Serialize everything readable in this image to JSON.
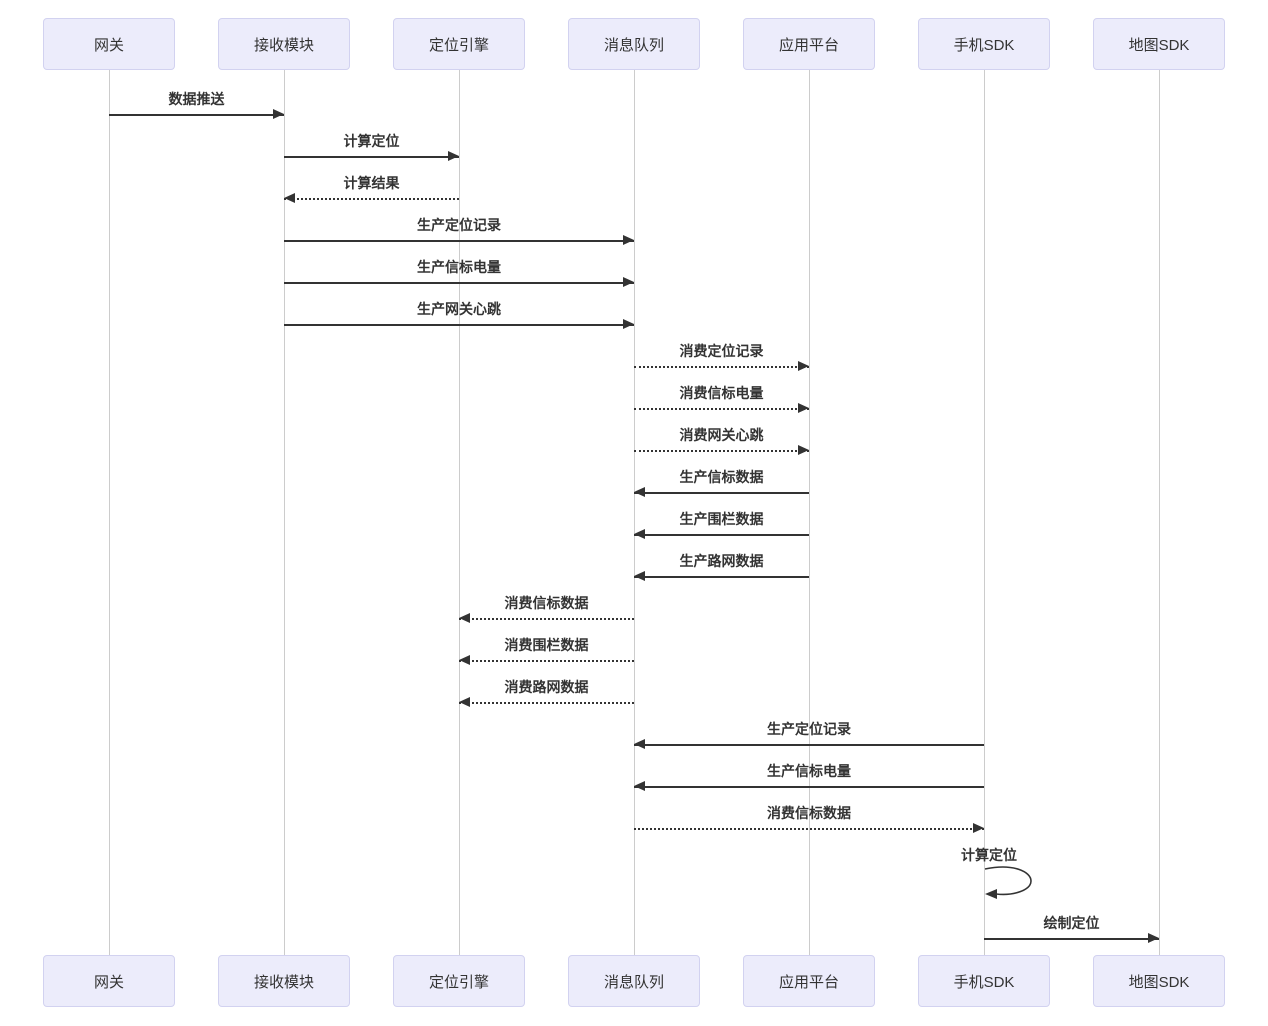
{
  "diagram": {
    "type": "sequence-diagram",
    "actors": [
      "网关",
      "接收模块",
      "定位引擎",
      "消息队列",
      "应用平台",
      "手机SDK",
      "地图SDK"
    ],
    "messages": [
      {
        "label": "数据推送",
        "from": 0,
        "to": 1,
        "line": "solid",
        "kind": "message"
      },
      {
        "label": "计算定位",
        "from": 1,
        "to": 2,
        "line": "solid",
        "kind": "message"
      },
      {
        "label": "计算结果",
        "from": 2,
        "to": 1,
        "line": "dashed",
        "kind": "message"
      },
      {
        "label": "生产定位记录",
        "from": 1,
        "to": 3,
        "line": "solid",
        "kind": "message"
      },
      {
        "label": "生产信标电量",
        "from": 1,
        "to": 3,
        "line": "solid",
        "kind": "message"
      },
      {
        "label": "生产网关心跳",
        "from": 1,
        "to": 3,
        "line": "solid",
        "kind": "message"
      },
      {
        "label": "消费定位记录",
        "from": 3,
        "to": 4,
        "line": "dashed",
        "kind": "message"
      },
      {
        "label": "消费信标电量",
        "from": 3,
        "to": 4,
        "line": "dashed",
        "kind": "message"
      },
      {
        "label": "消费网关心跳",
        "from": 3,
        "to": 4,
        "line": "dashed",
        "kind": "message"
      },
      {
        "label": "生产信标数据",
        "from": 4,
        "to": 3,
        "line": "solid",
        "kind": "message"
      },
      {
        "label": "生产围栏数据",
        "from": 4,
        "to": 3,
        "line": "solid",
        "kind": "message"
      },
      {
        "label": "生产路网数据",
        "from": 4,
        "to": 3,
        "line": "solid",
        "kind": "message"
      },
      {
        "label": "消费信标数据",
        "from": 3,
        "to": 2,
        "line": "dashed",
        "kind": "message"
      },
      {
        "label": "消费围栏数据",
        "from": 3,
        "to": 2,
        "line": "dashed",
        "kind": "message"
      },
      {
        "label": "消费路网数据",
        "from": 3,
        "to": 2,
        "line": "dashed",
        "kind": "message"
      },
      {
        "label": "生产定位记录",
        "from": 5,
        "to": 3,
        "line": "solid",
        "kind": "message"
      },
      {
        "label": "生产信标电量",
        "from": 5,
        "to": 3,
        "line": "solid",
        "kind": "message"
      },
      {
        "label": "消费信标数据",
        "from": 3,
        "to": 5,
        "line": "dashed",
        "kind": "message"
      },
      {
        "label": "计算定位",
        "from": 5,
        "to": 5,
        "line": "solid",
        "kind": "self"
      },
      {
        "label": "绘制定位",
        "from": 5,
        "to": 6,
        "line": "solid",
        "kind": "message"
      }
    ],
    "colors": {
      "background": "#FFFFFF",
      "actor_fill": "#ECECFB",
      "actor_border": "#D2D2F0",
      "line": "#333333",
      "lifeline": "#CCCCCC",
      "text": "#333333"
    }
  }
}
